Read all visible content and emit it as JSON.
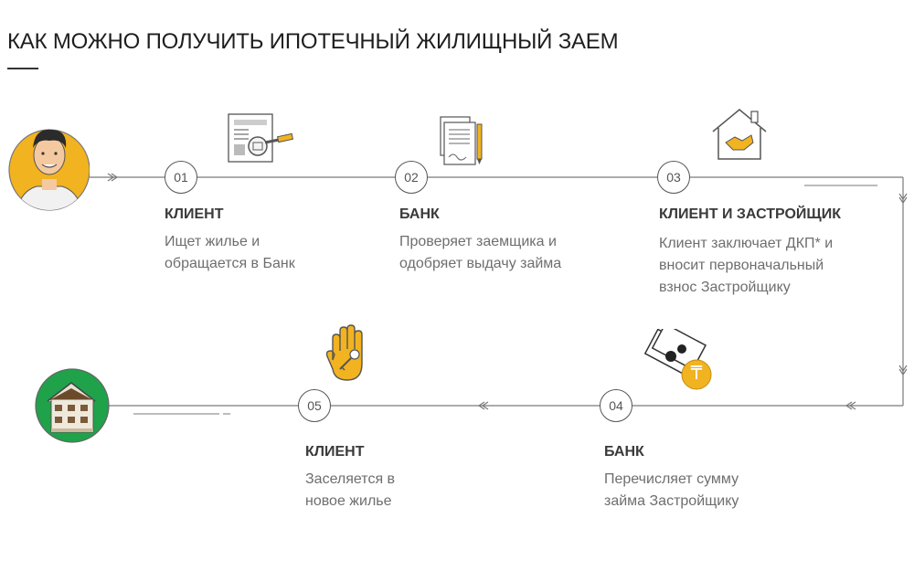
{
  "title": "КАК МОЖНО ПОЛУЧИТЬ ИПОТЕЧНЫЙ ЖИЛИЩНЫЙ ЗАЕМ",
  "steps": [
    {
      "number": "01",
      "title": "КЛИЕНТ",
      "desc_line1": "Ищет жилье и",
      "desc_line2": "обращается в Банк",
      "icon": "document-magnifier-icon"
    },
    {
      "number": "02",
      "title": "БАНК",
      "desc_line1": "Проверяет заемщика и",
      "desc_line2": "одобряет выдачу займа",
      "icon": "contract-pencil-icon"
    },
    {
      "number": "03",
      "title": "КЛИЕНТ И ЗАСТРОЙЩИК",
      "desc_line1": "Клиент заключает ДКП* и",
      "desc_line2": "вносит первоначальный",
      "desc_line3": "взнос Застройщику",
      "icon": "house-handshake-icon"
    },
    {
      "number": "04",
      "title": "БАНК",
      "desc_line1": "Перечисляет сумму",
      "desc_line2": "займа Застройщику",
      "icon": "money-tenge-icon"
    },
    {
      "number": "05",
      "title": "КЛИЕНТ",
      "desc_line1": "Заселяется в",
      "desc_line2": "новое жилье",
      "icon": "hand-key-icon"
    }
  ],
  "colors": {
    "accent": "#F2B321",
    "green": "#1FA24A",
    "line": "#777777",
    "text": "#3a3a3a",
    "muted": "#6e6e6e"
  },
  "currency_symbol": "₸"
}
